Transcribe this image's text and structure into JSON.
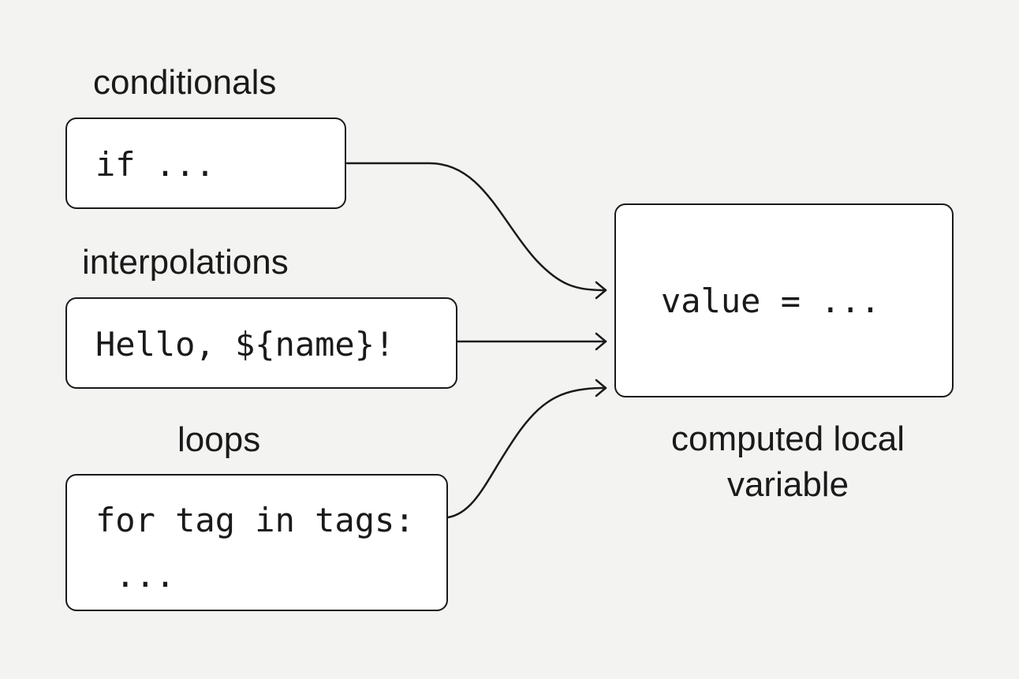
{
  "sources": {
    "conditionals": {
      "label": "conditionals",
      "code": "if ..."
    },
    "interpolations": {
      "label": "interpolations",
      "code": "Hello, ${name}!"
    },
    "loops": {
      "label": "loops",
      "code_line1": "for tag in tags:",
      "code_line2": " ..."
    }
  },
  "target": {
    "code": "value = ...",
    "caption_line1": "computed local",
    "caption_line2": "variable"
  },
  "colors": {
    "background": "#f3f3f2",
    "box_fill": "#ffffff",
    "stroke": "#1a1a1a"
  }
}
